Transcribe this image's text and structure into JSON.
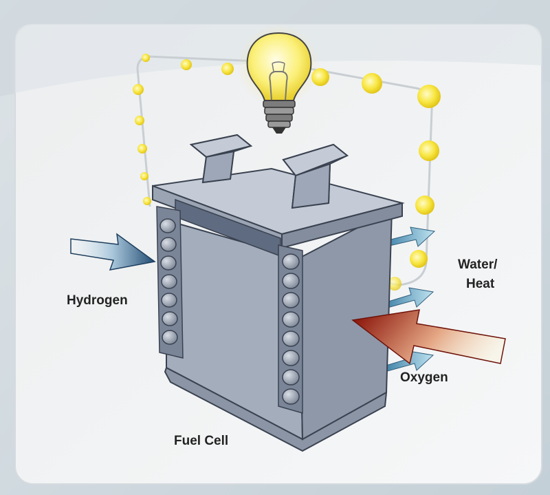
{
  "diagram": {
    "labels": {
      "hydrogen": "Hydrogen",
      "water_line1": "Water/",
      "water_line2": "Heat",
      "oxygen": "Oxygen",
      "fuel_cell": "Fuel Cell"
    },
    "icons": [
      "light-bulb-icon",
      "electron-dot-icon",
      "arrow-icon"
    ],
    "colors": {
      "background_outer": "#b7c5cd",
      "panel": "#eef0f1",
      "cell_body": "#a3adbc",
      "electron": "#f5e53a",
      "hydrogen_arrow": "#4f7fa3",
      "oxygen_arrow": "#a8261b",
      "water_arrow": "#6fb7d4",
      "circuit_wire": "#c9ced3"
    }
  }
}
